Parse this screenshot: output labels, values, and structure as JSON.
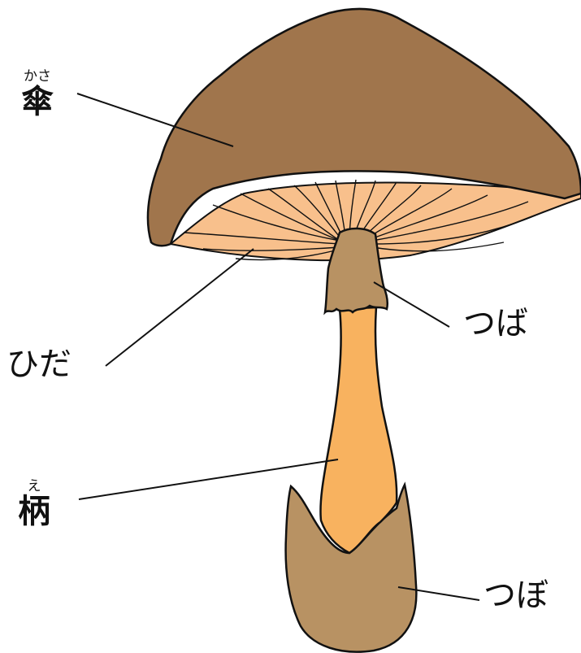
{
  "labels": {
    "cap": {
      "text": "傘",
      "reading": "かさ"
    },
    "gills": {
      "text": "ひだ"
    },
    "ring": {
      "text": "つば"
    },
    "stem": {
      "text": "柄",
      "reading": "え"
    },
    "volva": {
      "text": "つぼ"
    }
  },
  "colors": {
    "cap": "#a0754c",
    "gills": "#f8c08c",
    "stem": "#f8b25f",
    "ring": "#b89263",
    "volva": "#b89263",
    "outline": "#111111"
  }
}
